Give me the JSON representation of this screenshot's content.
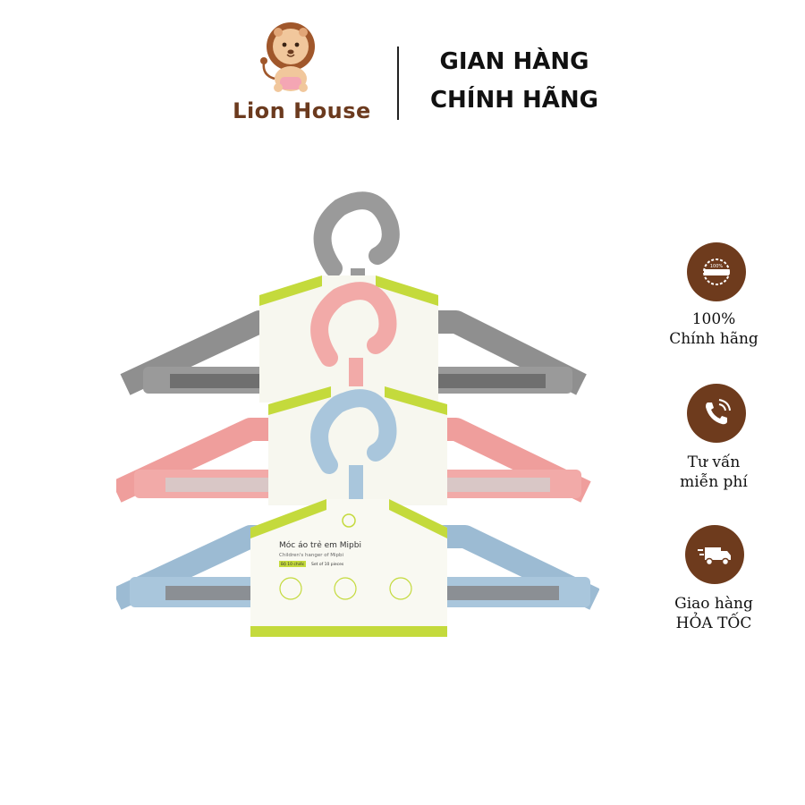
{
  "header": {
    "brand": "Lion House",
    "tagline_line1": "GIAN HÀNG",
    "tagline_line2": "CHÍNH HÃNG"
  },
  "product": {
    "packaging": [
      {
        "title": "Móc áo trẻ em Mipbi",
        "subtitle": "Children's hanger of Mipbi",
        "count_vi": "Bộ 10 chiếc",
        "count_en": "Set of 10 pieces"
      }
    ],
    "hanger_colors": {
      "grey": "#9a9a9a",
      "pink": "#f2aaa8",
      "blue": "#a9c6dc"
    },
    "brand_colors": {
      "brown": "#6e3b1d",
      "green": "#c4da3c"
    }
  },
  "features": [
    {
      "icon": "certified-100-icon",
      "line1": "100%",
      "line2": "Chính hãng"
    },
    {
      "icon": "phone-call-icon",
      "line1": "Tư vấn",
      "line2": "miễn phí"
    },
    {
      "icon": "delivery-truck-icon",
      "line1": "Giao hàng",
      "line2": "HỎA TỐC"
    }
  ]
}
